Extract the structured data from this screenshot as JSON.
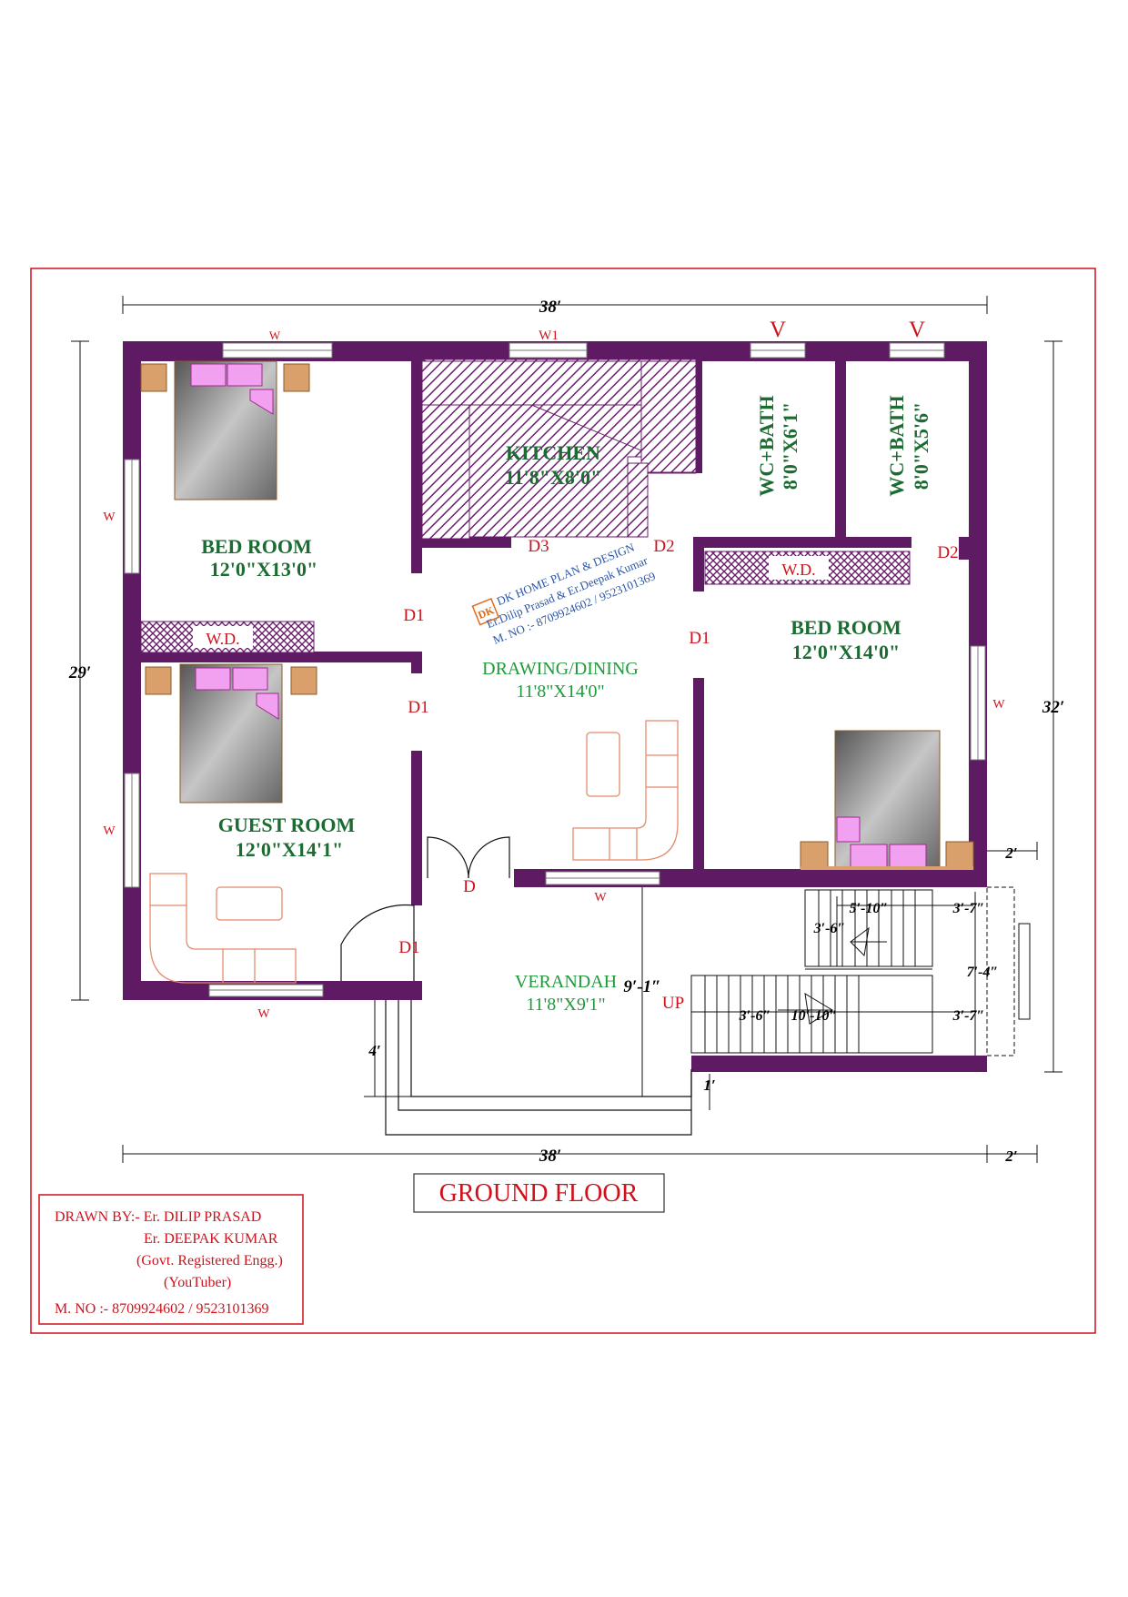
{
  "plan": {
    "title": "GROUND FLOOR",
    "wall_color": "#5e1a63",
    "label_red": "#d0111b",
    "label_green": "#1f9a3c",
    "rooms": [
      {
        "id": "bed1",
        "name": "BED ROOM",
        "size": "12'0\"X13'0\""
      },
      {
        "id": "guest",
        "name": "GUEST ROOM",
        "size": "12'0\"X14'1\""
      },
      {
        "id": "kitchen",
        "name": "KITCHEN",
        "size": "11'8\"X8'0\""
      },
      {
        "id": "drawing",
        "name": "DRAWING/DINING",
        "size": "11'8\"X14'0\""
      },
      {
        "id": "bed2",
        "name": "BED ROOM",
        "size": "12'0\"X14'0\""
      },
      {
        "id": "wc1",
        "name": "WC+BATH",
        "size": "8'0\"X6'1\""
      },
      {
        "id": "wc2",
        "name": "WC+BATH",
        "size": "8'0\"X5'6\""
      },
      {
        "id": "verandah",
        "name": "VERANDAH",
        "size": "11'8\"X9'1\""
      }
    ],
    "openings": {
      "w": "W",
      "w1": "W1",
      "v": "V",
      "wd": "W.D.",
      "d": "D",
      "d1": "D1",
      "d2": "D2",
      "d3": "D3",
      "up": "UP"
    },
    "dimensions": {
      "top": "38′",
      "bottom": "38′",
      "left": "29′",
      "right": "32′",
      "side_top": "2′",
      "side_bottom": "2′",
      "verandah_height": "9′-1″",
      "step": "4′",
      "step_small": "1′",
      "stair_5_10": "5′-10″",
      "stair_3_7a": "3′-7″",
      "stair_3_6a": "3′-6″",
      "stair_7_4": "7′-4″",
      "stair_3_6b": "3′-6″",
      "stair_10_10": "10′-10″",
      "stair_3_7b": "3′-7″"
    },
    "watermark": {
      "line1": "DK HOME PLAN & DESIGN",
      "line2": "Er.Dilip Prasad & Er.Deepak Kumar",
      "line3": "M. NO :- 8709924602 / 9523101369"
    }
  },
  "credits": {
    "drawn_by": "DRAWN BY:-  Er. DILIP PRASAD",
    "name2": "Er. DEEPAK KUMAR",
    "registered": "(Govt. Registered Engg.)",
    "youtuber": "(YouTuber)",
    "phone": "M. NO :- 8709924602 / 9523101369"
  }
}
